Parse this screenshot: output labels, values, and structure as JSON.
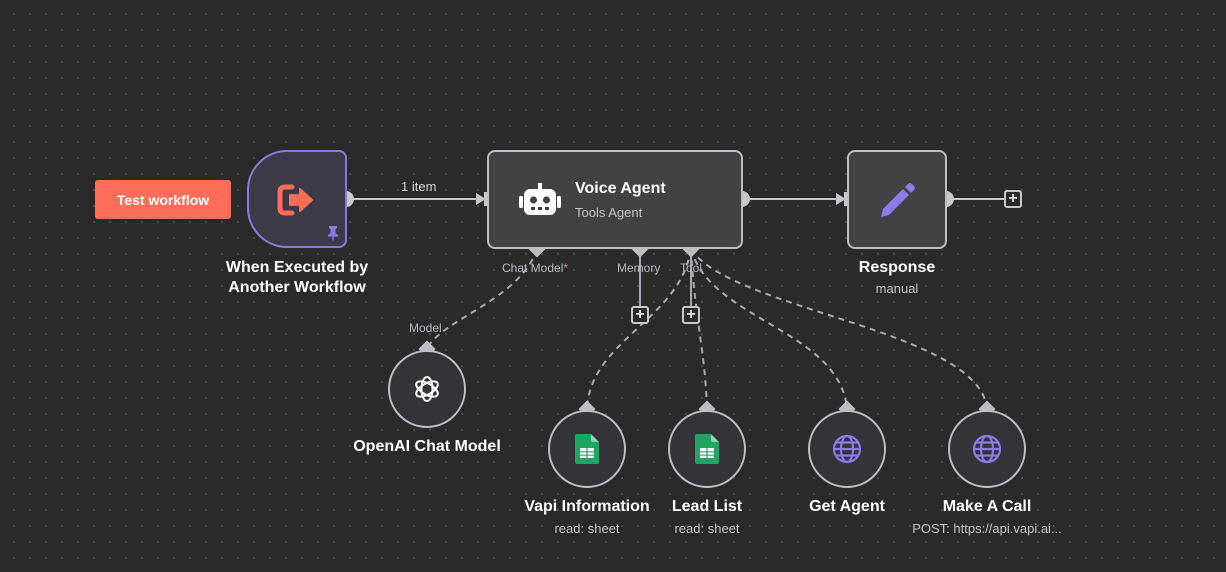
{
  "toolbar": {
    "test_workflow_label": "Test workflow"
  },
  "edges": {
    "trigger_to_agent_label": "1 item"
  },
  "nodes": {
    "trigger": {
      "label_line1": "When Executed by",
      "label_line2": "Another Workflow",
      "icon": "exit-arrow-icon",
      "pinned_icon": "pin-icon"
    },
    "agent": {
      "title": "Voice Agent",
      "subtitle": "Tools Agent",
      "icon": "robot-icon",
      "ports": {
        "chat_model": "Chat Model",
        "chat_model_required": "*",
        "memory": "Memory",
        "tool": "Tool"
      }
    },
    "response": {
      "title": "Response",
      "subtitle": "manual",
      "icon": "pencil-icon"
    },
    "openai": {
      "title": "OpenAI Chat Model",
      "port_label": "Model",
      "icon": "openai-icon"
    },
    "vapi_info": {
      "title": "Vapi Information",
      "subtitle": "read: sheet",
      "icon": "google-sheets-icon"
    },
    "lead_list": {
      "title": "Lead List",
      "subtitle": "read: sheet",
      "icon": "google-sheets-icon"
    },
    "get_agent": {
      "title": "Get Agent",
      "icon": "globe-icon"
    },
    "make_call": {
      "title": "Make A Call",
      "subtitle": "POST: https://api.vapi.ai...",
      "icon": "globe-icon"
    }
  },
  "colors": {
    "accent": "#ff6d5a",
    "trigger_border": "#8b7bd8",
    "icon_purple": "#8b7be8",
    "sheets_green": "#1fa463",
    "node_bg": "#414244"
  }
}
